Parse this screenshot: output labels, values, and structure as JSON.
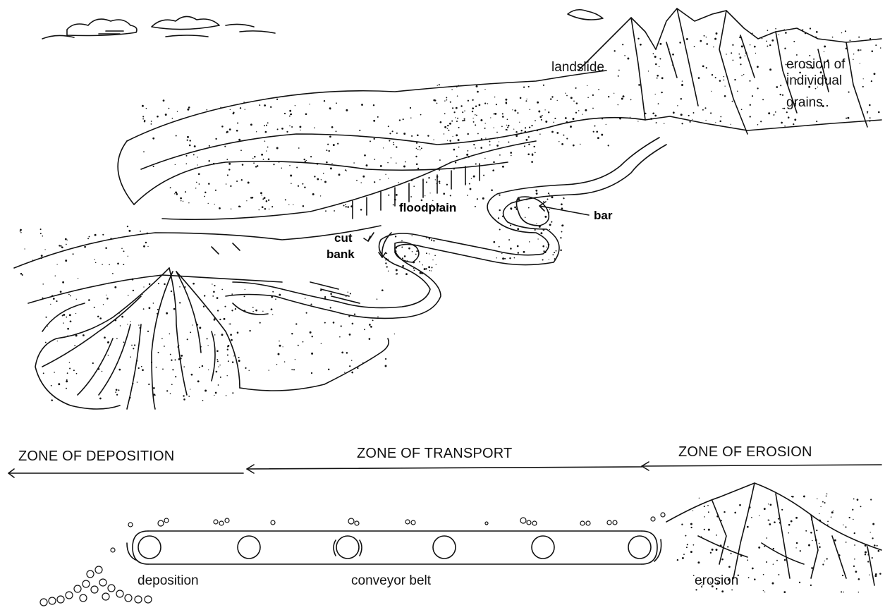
{
  "landscape": {
    "labels": {
      "landslide": "landslide",
      "erosion_grains_1": "erosion of",
      "erosion_grains_2": "individual",
      "erosion_grains_3": "grains",
      "floodplain": "floodplain",
      "bar": "bar",
      "cut_bank_1": "cut",
      "cut_bank_2": "bank"
    }
  },
  "zones": {
    "deposition": "ZONE OF DEPOSITION",
    "transport": "ZONE OF TRANSPORT",
    "erosion": "ZONE OF EROSION"
  },
  "conveyor": {
    "deposition": "deposition",
    "belt": "conveyor belt",
    "erosion": "erosion"
  },
  "colors": {
    "ink": "#111111",
    "paper": "#ffffff"
  }
}
